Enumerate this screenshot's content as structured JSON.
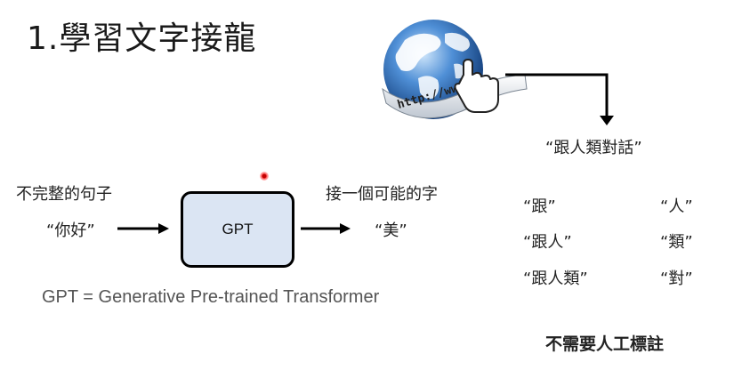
{
  "slide": {
    "title": "1.學習文字接龍",
    "left_block": {
      "incomplete_label": "不完整的句子",
      "input_example": "“你好”",
      "model_box_label": "GPT",
      "next_word_label": "接一個可能的字",
      "output_example": "“美”",
      "definition": "GPT = Generative Pre-trained Transformer"
    },
    "right_block": {
      "globe_url_text": "http://www.",
      "source_label": "“跟人類對話”",
      "pairs": [
        {
          "input": "“跟”",
          "output": "“人”"
        },
        {
          "input": "“跟人”",
          "output": "“類”"
        },
        {
          "input": "“跟人類”",
          "output": "“對”"
        }
      ],
      "note": "不需要人工標註"
    }
  }
}
